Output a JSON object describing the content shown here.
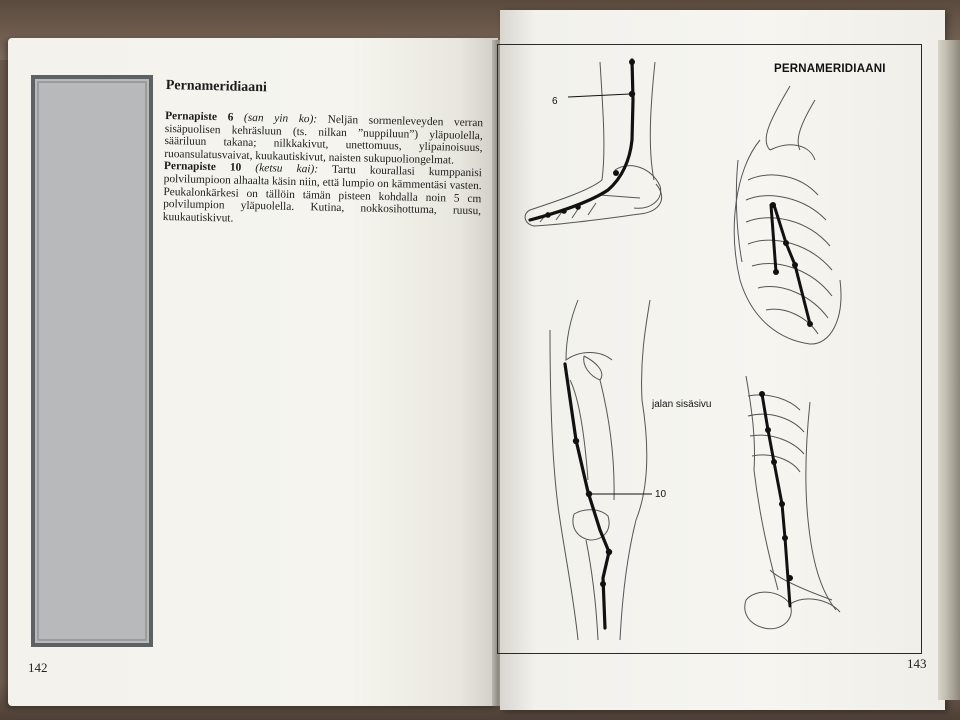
{
  "left_page": {
    "heading": "Pernameridiaani",
    "p1_bold": "Pernapiste 6",
    "p1_italic": "(san yin ko):",
    "p1_text": " Neljän sormenleveyden verran sisäpuolisen kehräsluun (ts. nilkan ”nuppiluun”) yläpuolella, sääriluun takana; nilkkakivut, unettomuus, ylipainoisuus, ruoansulatusvaivat, kuukautiskivut, naisten sukupuoliongelmat.",
    "p2_bold": "Pernapiste 10",
    "p2_italic": "(ketsu kai):",
    "p2_text": " Tartu kourallasi kumppanisi polvilumpioon alhaalta käsin niin, että lumpio on kämmentäsi vasten. Peukalonkärkesi on tällöin tämän pisteen kohdalla noin 5 cm polvilumpion yläpuolella. Kutina, nokkosihottuma, ruusu, kuukautiskivut.",
    "page_number": "142"
  },
  "right_page": {
    "figure_title": "PERNAMERIDIAANI",
    "label_point_6": "6",
    "label_point_10": "10",
    "label_leg_inner": "jalan sisäsivu",
    "page_number": "143"
  }
}
